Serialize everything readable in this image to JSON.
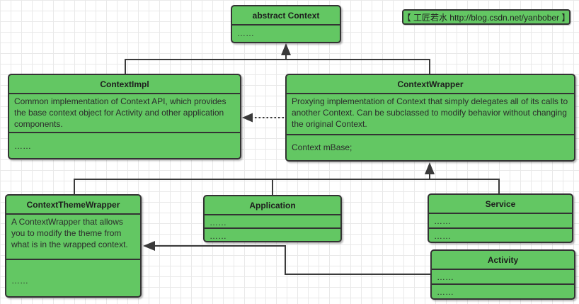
{
  "watermark": {
    "text": "【 工匠若水 http://blog.csdn.net/yanbober 】"
  },
  "colors": {
    "node_fill": "#63c763",
    "node_border": "#333333",
    "connector": "#3a3a3a",
    "grid": "#e9e9e9"
  },
  "classes": [
    {
      "name": "abstract Context",
      "sections": [
        "……"
      ]
    },
    {
      "name": "ContextImpl",
      "sections": [
        "Common implementation of Context API, which provides the base context object for Activity and other application components.",
        "……"
      ]
    },
    {
      "name": "ContextWrapper",
      "sections": [
        "Proxying implementation of Context that simply delegates all of its calls to another Context.  Can be subclassed to modify behavior without changing  the original Context.",
        "Context mBase;"
      ]
    },
    {
      "name": "ContextThemeWrapper",
      "sections": [
        "A ContextWrapper that allows you to modify the theme from what is in the wrapped context.",
        "……"
      ]
    },
    {
      "name": "Application",
      "sections": [
        "……",
        "……"
      ]
    },
    {
      "name": "Service",
      "sections": [
        "……",
        "……"
      ]
    },
    {
      "name": "Activity",
      "sections": [
        "……",
        "……"
      ]
    }
  ],
  "relations": [
    {
      "from": "ContextImpl",
      "to": "abstract Context",
      "type": "solid-arrow"
    },
    {
      "from": "ContextWrapper",
      "to": "abstract Context",
      "type": "solid-arrow"
    },
    {
      "from": "ContextWrapper",
      "to": "ContextImpl",
      "type": "dotted-arrow"
    },
    {
      "from": "ContextThemeWrapper",
      "to": "ContextWrapper",
      "type": "solid-arrow"
    },
    {
      "from": "Application",
      "to": "ContextWrapper",
      "type": "solid-arrow"
    },
    {
      "from": "Service",
      "to": "ContextWrapper",
      "type": "solid-arrow"
    },
    {
      "from": "Activity",
      "to": "ContextThemeWrapper",
      "type": "solid-arrow"
    }
  ]
}
